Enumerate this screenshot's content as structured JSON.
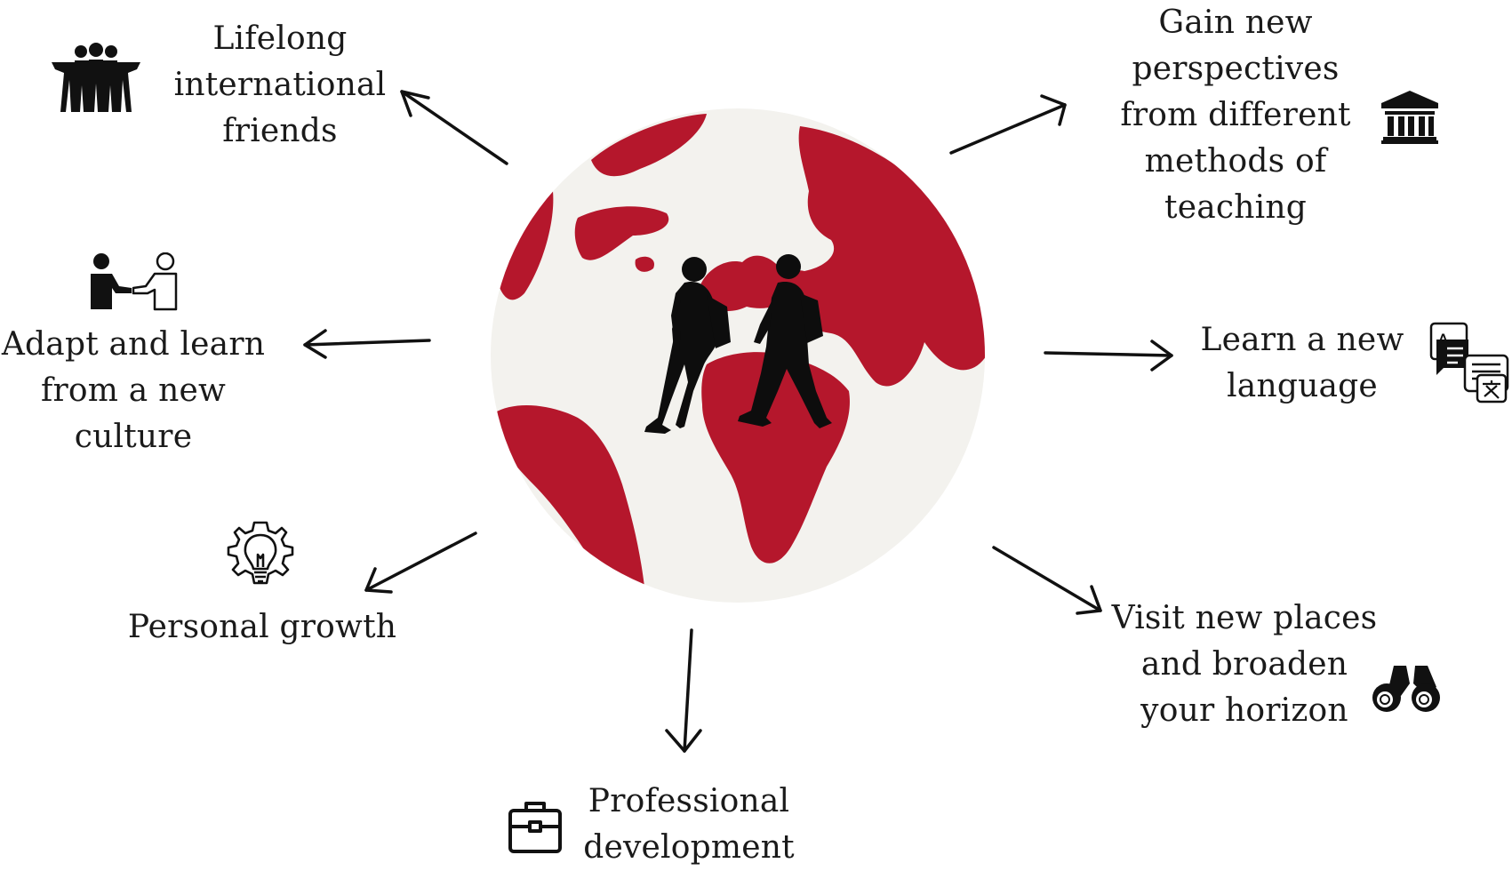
{
  "benefits": [
    {
      "key": "friends",
      "lines": [
        "Lifelong",
        "international",
        "friends"
      ],
      "icon": "group-of-people-icon"
    },
    {
      "key": "culture",
      "lines": [
        "Adapt and learn",
        "from a new",
        "culture"
      ],
      "icon": "handshake-icon"
    },
    {
      "key": "growth",
      "lines": [
        "Personal growth"
      ],
      "icon": "lightbulb-gear-icon"
    },
    {
      "key": "professional",
      "lines": [
        "Professional",
        "development"
      ],
      "icon": "briefcase-icon"
    },
    {
      "key": "perspectives",
      "lines": [
        "Gain new",
        "perspectives",
        "from different",
        "methods of",
        "teaching"
      ],
      "icon": "university-building-icon"
    },
    {
      "key": "language",
      "lines": [
        "Learn a new",
        "language"
      ],
      "icon": "translation-icon"
    },
    {
      "key": "places",
      "lines": [
        "Visit new places",
        "and broaden",
        "your horizon"
      ],
      "icon": "binoculars-icon"
    }
  ],
  "globe": {
    "ocean_color": "#f3f2ee",
    "land_color": "#b5172c",
    "figure": "two-walking-students-silhouette"
  }
}
